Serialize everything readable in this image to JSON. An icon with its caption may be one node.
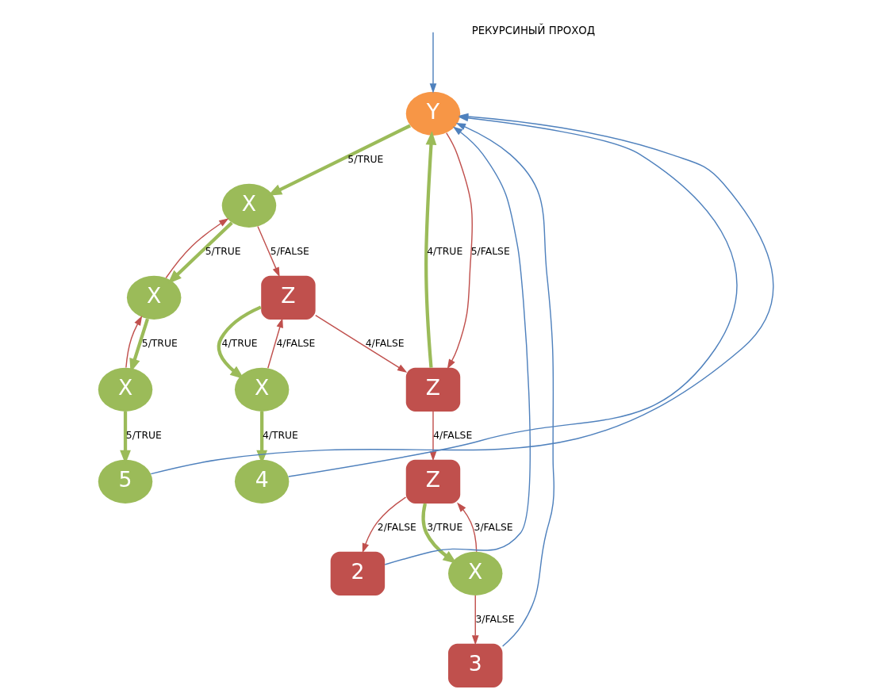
{
  "diagram": {
    "nodes": [
      {
        "text": [
          "Y"
        ]
      },
      {
        "text": [
          "Z"
        ]
      },
      {
        "text": [
          "X"
        ]
      },
      {
        "text": [
          "Z"
        ]
      },
      {
        "text": [
          "X"
        ]
      },
      {
        "text": [
          "Z"
        ]
      },
      {
        "text": [
          "X"
        ]
      },
      {
        "text": [
          "X"
        ]
      },
      {
        "text": [
          "X"
        ]
      },
      {
        "text": [
          "2"
        ]
      },
      {
        "text": [
          "3"
        ]
      },
      {
        "text": [
          "4"
        ]
      },
      {
        "text": [
          "5"
        ]
      }
    ],
    "edges": [
      {
        "from": null,
        "to": 0,
        "arrow": "to",
        "color": "#4f81bd"
      },
      {
        "from": 0,
        "to": 1,
        "arrow": "to",
        "label": "5/FALSE"
      },
      {
        "from": 1,
        "to": 0,
        "arrow": "to",
        "label": "4/TRUE",
        "style": "thick",
        "color": "#9bbb59"
      },
      {
        "from": 0,
        "to": 2,
        "arrow": "to",
        "label": "5/TRUE",
        "style": "thick",
        "color": "#9bbb59"
      },
      {
        "from": 1,
        "to": 3,
        "arrow": "to",
        "label": "4/FALSE"
      },
      {
        "from": 4,
        "to": 3,
        "arrow": "to",
        "label": "3/FALSE"
      },
      {
        "from": 3,
        "to": 4,
        "arrow": "to",
        "label": "3/TRUE",
        "style": "thick",
        "color": "#9bbb59"
      },
      {
        "from": 2,
        "to": 5,
        "arrow": "to",
        "label": "5/FALSE"
      },
      {
        "from": 5,
        "to": 1,
        "arrow": "to",
        "label": "4/FALSE"
      },
      {
        "from": 2,
        "to": 6,
        "arrow": "to",
        "label": "5/TRUE",
        "style": "thick",
        "color": "#9bbb59"
      },
      {
        "from": 6,
        "to": 2,
        "arrow": "to"
      },
      {
        "from": 5,
        "to": 7,
        "arrow": "to",
        "label": "4/TRUE",
        "style": "thick",
        "color": "#9bbb59"
      },
      {
        "from": 7,
        "to": 5,
        "arrow": "to",
        "label": "4/FALSE"
      },
      {
        "from": 6,
        "to": 8,
        "arrow": "to",
        "label": "5/TRUE",
        "style": "thick",
        "color": "#9bbb59"
      },
      {
        "from": 8,
        "to": 6,
        "arrow": "to"
      },
      {
        "from": 3,
        "to": 9,
        "arrow": "to",
        "label": "2/FALSE"
      },
      {
        "from": 4,
        "to": 10,
        "arrow": "to",
        "label": "3/FALSE"
      },
      {
        "from": 7,
        "to": 11,
        "arrow": "to",
        "label": "4/TRUE",
        "style": "thick",
        "color": "#9bbb59"
      },
      {
        "from": 8,
        "to": 12,
        "arrow": "to",
        "label": "5/TRUE",
        "style": "thick",
        "color": "#9bbb59"
      },
      {
        "from": 9,
        "to": 0,
        "arrow": "to",
        "color": "#4f81bd"
      },
      {
        "from": 10,
        "to": 0,
        "arrow": "to",
        "color": "#4f81bd"
      },
      {
        "from": 11,
        "to": 0,
        "arrow": "to",
        "color": "#4f81bd"
      },
      {
        "from": 12,
        "to": 0,
        "arrow": "to",
        "color": "#4f81bd"
      }
    ],
    "labels": [
      "РЕКУРСИНЫЙ ПРОХОД"
    ]
  }
}
